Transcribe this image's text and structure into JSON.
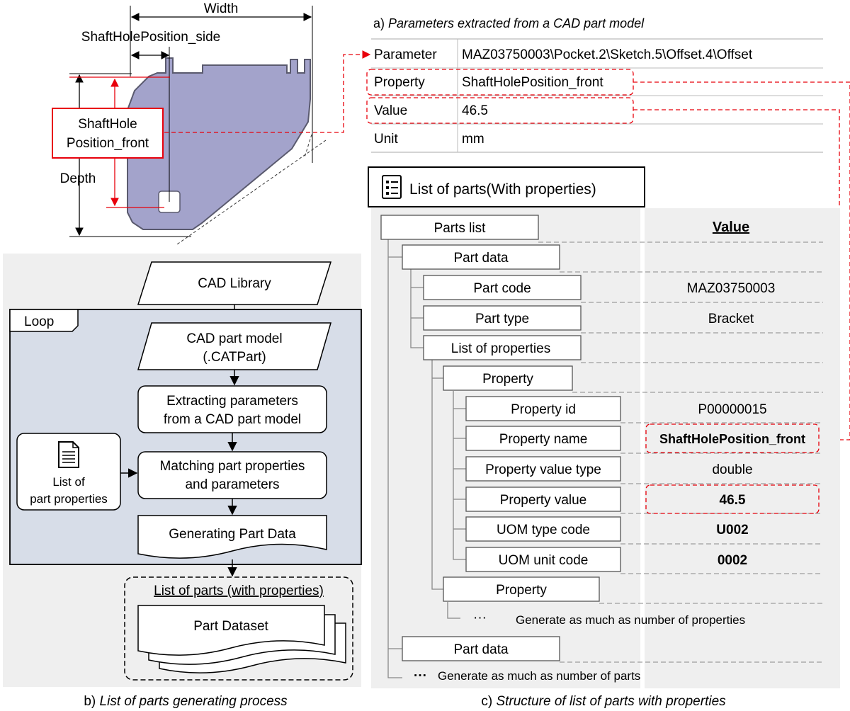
{
  "cad_drawing": {
    "width_label": "Width",
    "side_label": "ShaftHolePosition_side",
    "front_label_line1": "ShaftHole",
    "front_label_line2": "Position_front",
    "depth_label": "Depth"
  },
  "parameters_table": {
    "caption_prefix": "a) ",
    "caption": "Parameters extracted from a CAD part model",
    "rows": [
      {
        "key": "Parameter",
        "value": "MAZ03750003\\Pocket.2\\Sketch.5\\Offset.4\\Offset"
      },
      {
        "key": "Property",
        "value": "ShaftHolePosition_front"
      },
      {
        "key": "Value",
        "value": "46.5"
      },
      {
        "key": "Unit",
        "value": "mm"
      }
    ]
  },
  "flowchart": {
    "caption_prefix": "b) ",
    "caption": "List of parts generating process",
    "cad_library": "CAD Library",
    "loop_label": "Loop",
    "cad_part_line1": "CAD part model",
    "cad_part_line2": "(.CATPart)",
    "extract_line1": "Extracting parameters",
    "extract_line2": "from a CAD part model",
    "match_line1": "Matching part properties",
    "match_line2": "and parameters",
    "generate": "Generating Part Data",
    "props_line1": "List of",
    "props_line2": "part properties",
    "dataset_title": "List of parts (with properties)",
    "dataset": "Part Dataset"
  },
  "structure": {
    "caption_prefix": "c) ",
    "caption": "Structure of list of parts with properties",
    "title": "List of parts(With properties)",
    "value_header": "Value",
    "nodes": {
      "parts_list": "Parts list",
      "part_data": "Part data",
      "part_code": "Part code",
      "part_type": "Part type",
      "list_of_properties": "List of properties",
      "property": "Property",
      "property_id": "Property id",
      "property_name": "Property name",
      "property_value_type": "Property value type",
      "property_value": "Property value",
      "uom_type_code": "UOM type code",
      "uom_unit_code": "UOM unit code",
      "property_2": "Property",
      "part_data_2": "Part data"
    },
    "values": {
      "part_code": "MAZ03750003",
      "part_type": "Bracket",
      "property_id": "P00000015",
      "property_name": "ShaftHolePosition_front",
      "property_value_type": "double",
      "property_value": "46.5",
      "uom_type_code": "U002",
      "uom_unit_code": "0002"
    },
    "more_properties_ellipsis": "···",
    "more_properties": "Generate as much as number of properties",
    "more_parts_ellipsis": "···",
    "more_parts": "Generate as much as number of parts"
  },
  "colors": {
    "annotation_red": "#e8000b",
    "part_fill": "#a3a3cb",
    "panel_gray": "#efefef",
    "loop_fill": "#d7dde8"
  }
}
